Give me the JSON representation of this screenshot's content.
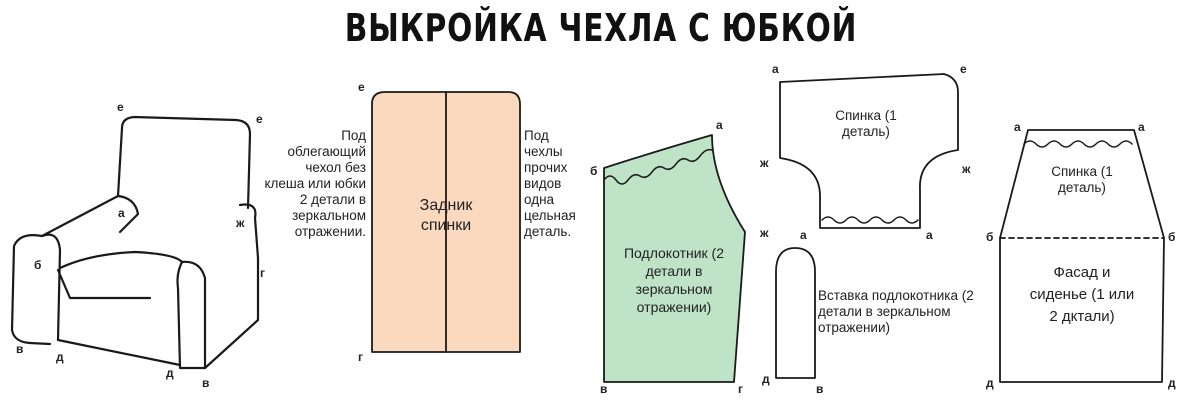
{
  "title": "ВЫКРОЙКА ЧЕХЛА С ЮБКОЙ",
  "armchair": {
    "labels": {
      "e1": "е",
      "e2": "е",
      "a": "а",
      "zh": "ж",
      "b": "б",
      "g": "г",
      "v1": "в",
      "d1": "д",
      "d2": "д",
      "v2": "в"
    }
  },
  "zadnik": {
    "label": "Задник спинки",
    "left_note": "Под облегающий чехол без клеша или юбки 2 детали в зеркальном отражении.",
    "right_note": "Под чехлы прочих видов одна цельная деталь.",
    "corner_e": "е",
    "corner_g": "г",
    "color": "#fbd9bf"
  },
  "podlokotnik": {
    "label": "Подлокотник (2 детали в зеркальном отражении)",
    "corners": {
      "b": "б",
      "a": "а",
      "zh": "ж",
      "v": "в",
      "g": "г"
    },
    "color": "#bfe3c6"
  },
  "spinka_top": {
    "label": "Спинка (1 деталь)",
    "corners": {
      "a1": "а",
      "e": "е",
      "zh1": "ж",
      "zh2": "ж",
      "a2": "а",
      "a3": "а"
    }
  },
  "vstavka": {
    "label": "Вставка подлокотника (2 детали в зеркальном отражении)",
    "corners": {
      "d": "д",
      "v": "в"
    }
  },
  "fasad": {
    "spinka_label": "Спинка (1 деталь)",
    "label": "Фасад и сиденье (1 или 2 дктали)",
    "corners": {
      "a1": "а",
      "a2": "а",
      "b1": "б",
      "b2": "б",
      "d1": "д",
      "d2": "д"
    }
  }
}
